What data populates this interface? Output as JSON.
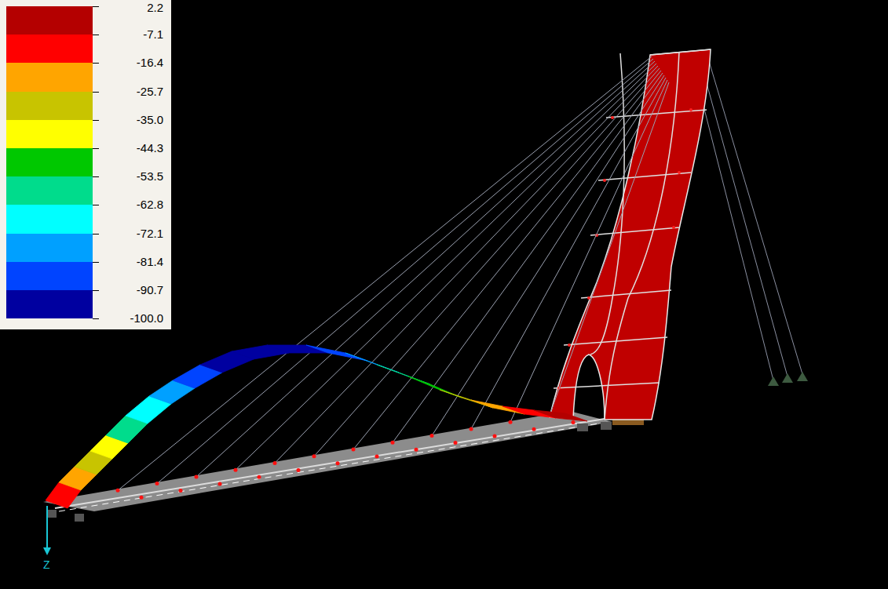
{
  "diagram": {
    "labels": [
      "Z"
    ],
    "legend": [
      {
        "text": "2.2",
        "color": "#b40000"
      },
      {
        "text": "-7.1",
        "color": "#ff0000"
      },
      {
        "text": "-16.4",
        "color": "#ffa500"
      },
      {
        "text": "-25.7",
        "color": "#c8c400"
      },
      {
        "text": "-35.0",
        "color": "#ffff00"
      },
      {
        "text": "-44.3",
        "color": "#00c800"
      },
      {
        "text": "-53.5",
        "color": "#00dc8c"
      },
      {
        "text": "-62.8",
        "color": "#00ffff"
      },
      {
        "text": "-72.1",
        "color": "#00a0ff"
      },
      {
        "text": "-81.4",
        "color": "#0044ff"
      },
      {
        "text": "-90.7",
        "color": "#0000a0"
      },
      {
        "text": "-100.0"
      }
    ]
  }
}
